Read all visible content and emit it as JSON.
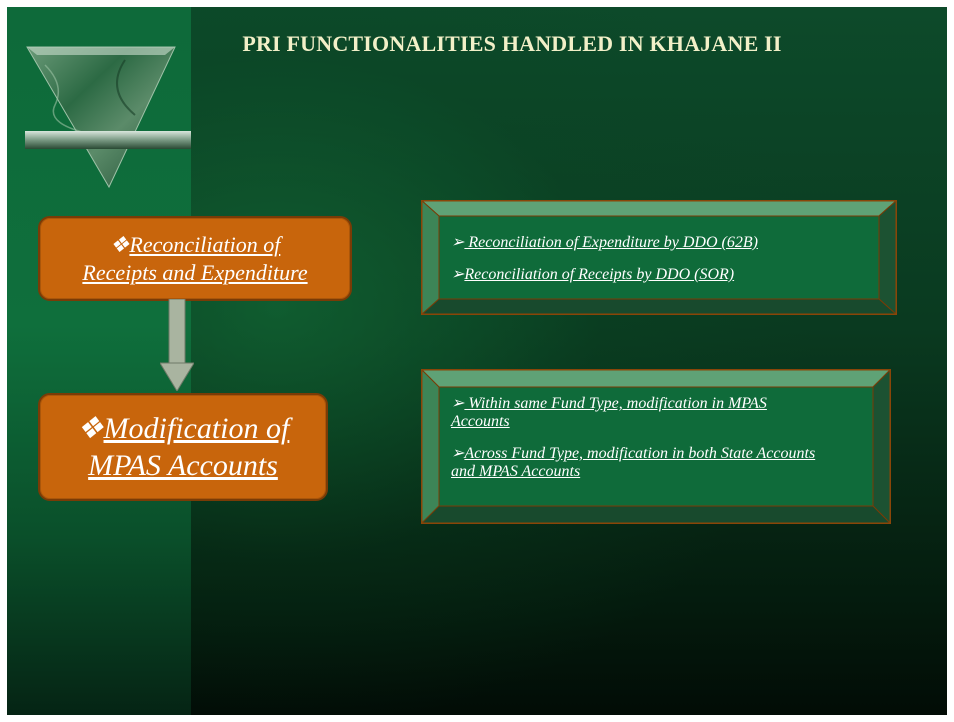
{
  "slide": {
    "title": "PRI FUNCTIONALITIES HANDLED IN KHAJANE II"
  },
  "left_boxes": {
    "box1": {
      "bullet": "❖",
      "line1": "Reconciliation of",
      "line2": "Receipts and Expenditure"
    },
    "box2": {
      "bullet": "❖",
      "line1": "Modification of",
      "line2": "MPAS Accounts"
    }
  },
  "right_boxes": {
    "box1": {
      "items": [
        {
          "bullet": "➢",
          "text": " Reconciliation of Expenditure by DDO (62B)"
        },
        {
          "bullet": "➢",
          "text": "Reconciliation of Receipts by DDO (SOR)"
        }
      ]
    },
    "box2": {
      "items": [
        {
          "bullet": "➢",
          "text": " Within same Fund Type,  modification in MPAS Accounts"
        },
        {
          "bullet": "➢",
          "text": "Across Fund Type,  modification in both State Accounts and MPAS Accounts"
        }
      ]
    }
  },
  "colors": {
    "orange_box": "#c8650c",
    "green_panel": "#0f6b3a",
    "arrow": "#a9b4a0",
    "title_text": "#f2f0c8"
  },
  "icons": {
    "logo": "marble-triangle-logo-icon",
    "down_arrow": "down-arrow-icon"
  }
}
